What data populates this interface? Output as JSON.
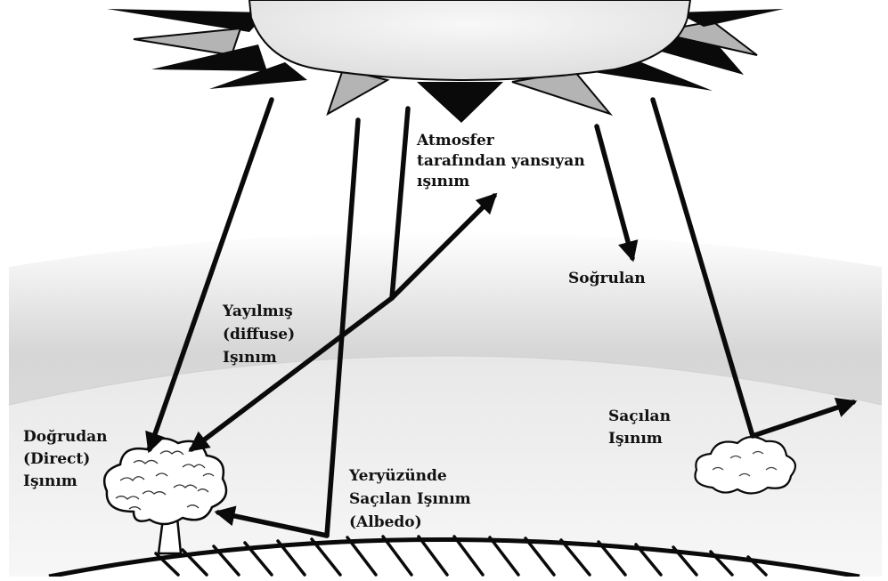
{
  "labels": {
    "reflected": [
      "Atmosfer",
      "tarafından yansıyan",
      "ışınım"
    ],
    "absorbed": [
      "Soğrulan"
    ],
    "diffuse": [
      "Yayılmış",
      "(diffuse)",
      "Işınım"
    ],
    "direct": [
      "Doğrudan",
      "(Direct)",
      "Işınım"
    ],
    "scattered": [
      "Saçılan",
      "Işınım"
    ],
    "albedo": [
      "Yeryüzünde",
      "Saçılan Işınım",
      "(Albedo)"
    ]
  },
  "colors": {
    "sky_top": "#ffffff",
    "atmosphere_band": "#cfcfcf",
    "lower_band": "#e6e6e6",
    "sun_disk": "#eeeeee",
    "sun_ray_gray": "#b4b4b4",
    "ink": "#0a0a0a"
  },
  "icons": {
    "sun": "sun-icon",
    "tree": "tree-icon",
    "cloud": "cloud-icon",
    "ground": "ground-hatch"
  }
}
